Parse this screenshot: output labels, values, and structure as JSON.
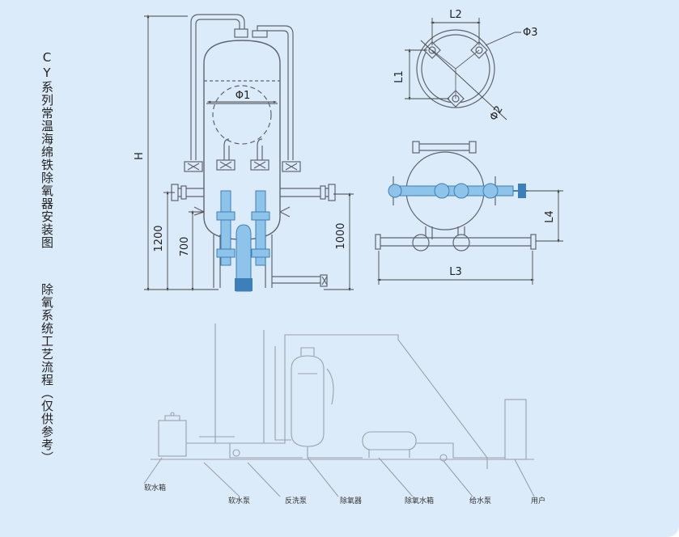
{
  "titles": {
    "installation": "CY系列常温海绵铁除氧器安装图",
    "process": "除氧系统工艺流程（仅供参考）"
  },
  "dimensions": {
    "front_h": "H",
    "front_d": "Φ1",
    "front_1200": "1200",
    "front_700": "700",
    "front_1000": "1000",
    "top_l2": "L2",
    "top_l1": "L1",
    "top_phi3": "Φ3",
    "top_phi2": "Φ2",
    "side_l4": "L4",
    "side_l3": "L3"
  },
  "process_legend": [
    "软水箱",
    "软水泵",
    "反洗泵",
    "除氧器",
    "除氧水箱",
    "给水泵",
    "用户"
  ],
  "colors": {
    "background": "#dcebfa",
    "line": "#6a6f78",
    "pipe_blue": "#8ec3ea",
    "pipe_dark": "#3d7fb8"
  }
}
